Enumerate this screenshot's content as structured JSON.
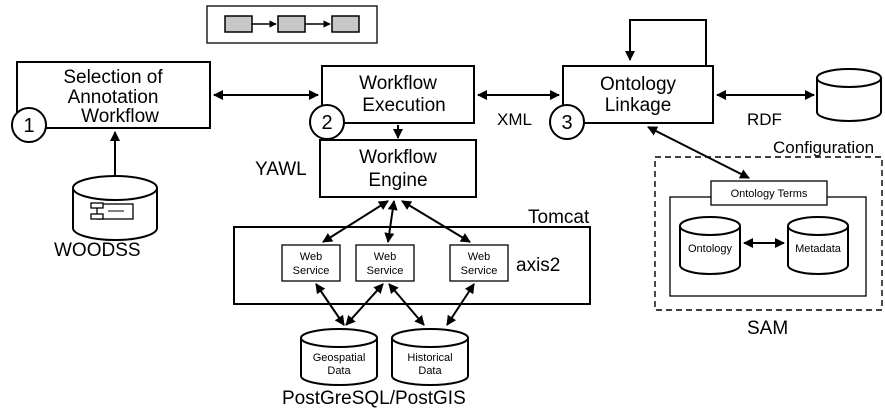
{
  "nodes": {
    "selection": {
      "line1": "Selection of",
      "line2": "Annotation",
      "line3": "Workflow",
      "step": "1"
    },
    "execution": {
      "line1": "Workflow",
      "line2": "Execution",
      "step": "2"
    },
    "engine": {
      "line1": "Workflow",
      "line2": "Engine"
    },
    "linkage": {
      "line1": "Ontology",
      "line2": "Linkage",
      "step": "3"
    },
    "web_service": {
      "line1": "Web",
      "line2": "Service"
    },
    "geospatial": {
      "line1": "Geospatial",
      "line2": "Data"
    },
    "historical": {
      "line1": "Historical",
      "line2": "Data"
    },
    "ontology_terms": "Ontology Terms",
    "ontology": "Ontology",
    "metadata": "Metadata"
  },
  "labels": {
    "woodss": "WOODSS",
    "yawl": "YAWL",
    "tomcat": "Tomcat",
    "axis2": "axis2",
    "xml": "XML",
    "rdf": "RDF",
    "configuration": "Configuration",
    "sam": "SAM",
    "postgres": "PostGreSQL/PostGIS"
  }
}
